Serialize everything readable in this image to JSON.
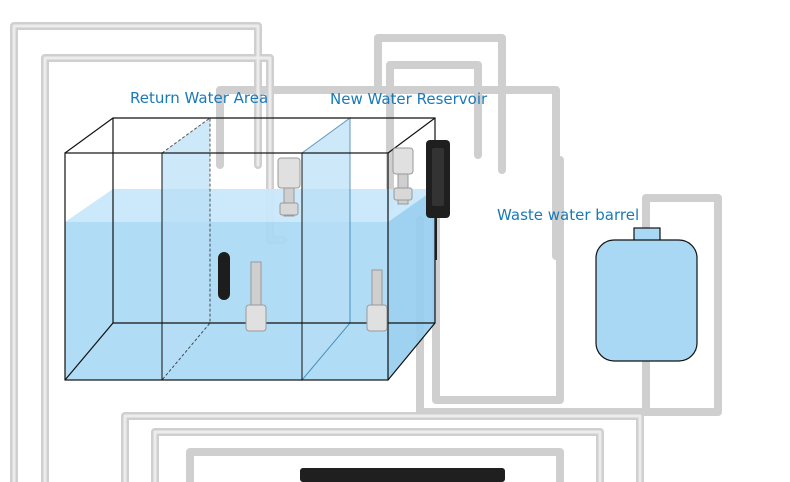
{
  "labels": {
    "return_water_area": "Return Water Area",
    "new_water_reservoir": "New Water Reservoir",
    "waste_water_barrel": "Waste water barrel"
  },
  "colors": {
    "label_text": "#1a7ab8",
    "water": "#a9d9f5",
    "water_deep": "#8ccdf0",
    "water_surface": "#cbe9fa",
    "divider_glass": "#b4ddf6",
    "tank_edge": "#111111",
    "cable": "#c9c9c9",
    "cable_inner": "#efefef",
    "float_switch": "#dcdcdc",
    "sensor_dark": "#222222",
    "controller": "#1f1f1f"
  },
  "icons": [
    "float-switch-icon",
    "water-level-sensor-icon",
    "controller-icon",
    "pump-icon"
  ]
}
